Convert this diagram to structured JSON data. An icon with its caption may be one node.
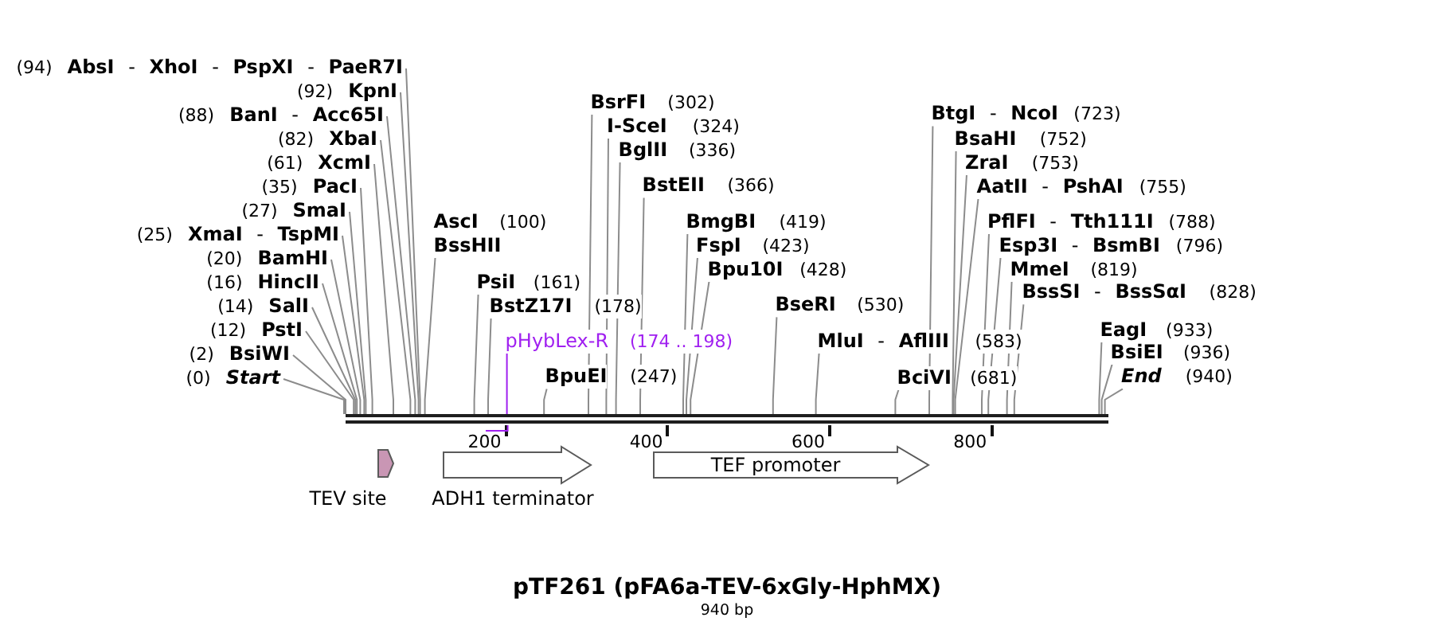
{
  "diagram": {
    "title": "pTF261 (pFA6a-TEV-6xGly-HphMX)",
    "nodes": [
      {
        "text": [
          "(94)",
          "**AbsI** - **XhoI** - **PspXI** - **PaeR7I**"
        ]
      },
      {
        "text": [
          "(92)",
          "KpnI"
        ]
      },
      {
        "text": [
          "(88)",
          "**BanI** - **Acc65I**"
        ]
      },
      {
        "text": [
          "(82)",
          "XbaI"
        ]
      },
      {
        "text": [
          "(61)",
          "XcmI"
        ]
      },
      {
        "text": [
          "(35)",
          "PacI"
        ]
      },
      {
        "text": [
          "(27)",
          "SmaI"
        ]
      },
      {
        "text": [
          "(25)",
          "**XmaI** - **TspMI**"
        ]
      },
      {
        "text": [
          "(20)",
          "BamHI"
        ]
      },
      {
        "text": [
          "(16)",
          "HincII"
        ]
      },
      {
        "text": [
          "(14)",
          "SalI"
        ]
      },
      {
        "text": [
          "(12)",
          "PstI"
        ]
      },
      {
        "text": [
          "(2)",
          "BsiWI"
        ]
      },
      {
        "text": [
          "(0)",
          "Start"
        ]
      },
      {
        "text": [
          "BsrFI",
          "(302)"
        ]
      },
      {
        "text": [
          "I-SceI",
          "(324)"
        ]
      },
      {
        "text": [
          "BglII",
          "(336)"
        ]
      },
      {
        "text": [
          "BstEII",
          "(366)"
        ]
      },
      {
        "text": [
          "AscI",
          "(100)",
          "BssHII"
        ]
      },
      {
        "text": [
          "BmgBI",
          "(419)"
        ]
      },
      {
        "text": [
          "FspI",
          "(423)"
        ]
      },
      {
        "text": [
          "Bpu10I",
          "(428)"
        ]
      },
      {
        "text": [
          "PsiI",
          "(161)"
        ]
      },
      {
        "text": [
          "BstZ17I",
          "(178)"
        ]
      },
      {
        "text": [
          "BseRI",
          "(530)"
        ]
      },
      {
        "text": [
          "pHybLex-R",
          "(174 .. 198)"
        ]
      },
      {
        "text": [
          "**MluI** - **AflIII**",
          "(583)"
        ]
      },
      {
        "text": [
          "BpuEI",
          "(247)"
        ]
      },
      {
        "text": [
          "BciVI",
          "(681)"
        ]
      },
      {
        "text": [
          "**BtgI** - **NcoI**",
          "(723)"
        ]
      },
      {
        "text": [
          "BsaHI",
          "(752)"
        ]
      },
      {
        "text": [
          "ZraI",
          "(753)"
        ]
      },
      {
        "text": [
          "**AatII** - **PshAI**",
          "(755)"
        ]
      },
      {
        "text": [
          "**PflFI** - **Tth111I**",
          "(788)"
        ]
      },
      {
        "text": [
          "**Esp3I** - **BsmBI**",
          "(796)"
        ]
      },
      {
        "text": [
          "MmeI",
          "(819)"
        ]
      },
      {
        "text": [
          "**BssSI** - **BssSαI**",
          "(828)"
        ]
      },
      {
        "text": [
          "EagI",
          "(933)"
        ]
      },
      {
        "text": [
          "BsiEI",
          "(936)"
        ]
      },
      {
        "text": [
          "End",
          "(940)"
        ]
      },
      {
        "text": [],
        "shape": "bar"
      },
      {
        "text": [
          "TEV site"
        ]
      },
      {
        "text": [
          "ADH1 terminator"
        ]
      },
      {
        "text": [
          "TEF promoter"
        ]
      }
    ],
    "edges": [
      {
        "from": 0,
        "to": 40,
        "arrow": "none"
      },
      {
        "from": 1,
        "to": 40,
        "arrow": "none"
      },
      {
        "from": 2,
        "to": 40,
        "arrow": "none"
      },
      {
        "from": 3,
        "to": 40,
        "arrow": "none"
      },
      {
        "from": 4,
        "to": 40,
        "arrow": "none"
      },
      {
        "from": 5,
        "to": 40,
        "arrow": "none"
      },
      {
        "from": 6,
        "to": 40,
        "arrow": "none"
      },
      {
        "from": 7,
        "to": 40,
        "arrow": "none"
      },
      {
        "from": 8,
        "to": 40,
        "arrow": "none"
      },
      {
        "from": 9,
        "to": 40,
        "arrow": "none"
      },
      {
        "from": 10,
        "to": 40,
        "arrow": "none"
      },
      {
        "from": 11,
        "to": 40,
        "arrow": "none"
      },
      {
        "from": 12,
        "to": 40,
        "arrow": "none"
      },
      {
        "from": 13,
        "to": 40,
        "arrow": "none"
      },
      {
        "from": 14,
        "to": 40,
        "arrow": "none"
      },
      {
        "from": 15,
        "to": 40,
        "arrow": "none"
      },
      {
        "from": 16,
        "to": 40,
        "arrow": "none"
      },
      {
        "from": 17,
        "to": 40,
        "arrow": "none"
      },
      {
        "from": 18,
        "to": 40,
        "arrow": "none"
      },
      {
        "from": 19,
        "to": 40,
        "arrow": "none"
      },
      {
        "from": 20,
        "to": 40,
        "arrow": "none"
      },
      {
        "from": 21,
        "to": 40,
        "arrow": "none"
      },
      {
        "from": 22,
        "to": 40,
        "arrow": "none"
      },
      {
        "from": 23,
        "to": 40,
        "arrow": "none"
      },
      {
        "from": 24,
        "to": 40,
        "arrow": "none"
      },
      {
        "from": 25,
        "to": 40,
        "arrow": "none",
        "color": "#a020f0"
      },
      {
        "from": 26,
        "to": 40,
        "arrow": "none"
      },
      {
        "from": 27,
        "to": 40,
        "arrow": "none"
      },
      {
        "from": 28,
        "to": 40,
        "arrow": "none"
      },
      {
        "from": 29,
        "to": 40,
        "arrow": "none"
      },
      {
        "from": 30,
        "to": 40,
        "arrow": "none"
      },
      {
        "from": 31,
        "to": 40,
        "arrow": "none"
      },
      {
        "from": 32,
        "to": 40,
        "arrow": "none"
      },
      {
        "from": 33,
        "to": 40,
        "arrow": "none"
      },
      {
        "from": 34,
        "to": 40,
        "arrow": "none"
      },
      {
        "from": 35,
        "to": 40,
        "arrow": "none"
      },
      {
        "from": 36,
        "to": 40,
        "arrow": "none"
      },
      {
        "from": 37,
        "to": 40,
        "arrow": "none"
      },
      {
        "from": 38,
        "to": 40,
        "arrow": "none"
      },
      {
        "from": 39,
        "to": 40,
        "arrow": "none"
      }
    ],
    "labels": [
      "200",
      "400",
      "600",
      "800",
      "940 bp"
    ]
  }
}
